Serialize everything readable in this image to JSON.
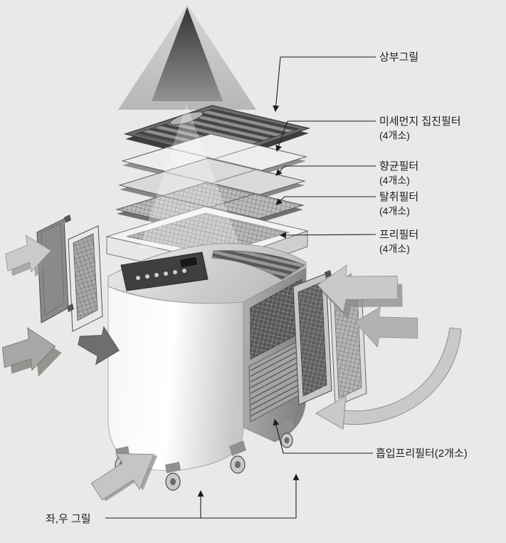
{
  "colors": {
    "background": "#e9e9e7",
    "leader_line": "#1c1c1c",
    "label_text": "#1f1f1f"
  },
  "labels": {
    "top_grill": "상부그릴",
    "dust_filter": "미세먼지 집진필터",
    "dust_filter_count": "(4개소)",
    "antibacterial_filter": "향균필터",
    "antibacterial_filter_count": "(4개소)",
    "deodorizing_filter": "탈취필터",
    "deodorizing_filter_count": "(4개소)",
    "pre_filter": "프리필터",
    "pre_filter_count": "(4개소)",
    "intake_pre_filter": "흡입프리필터(2개소)",
    "left_right_grill": "좌,우 그릴"
  }
}
